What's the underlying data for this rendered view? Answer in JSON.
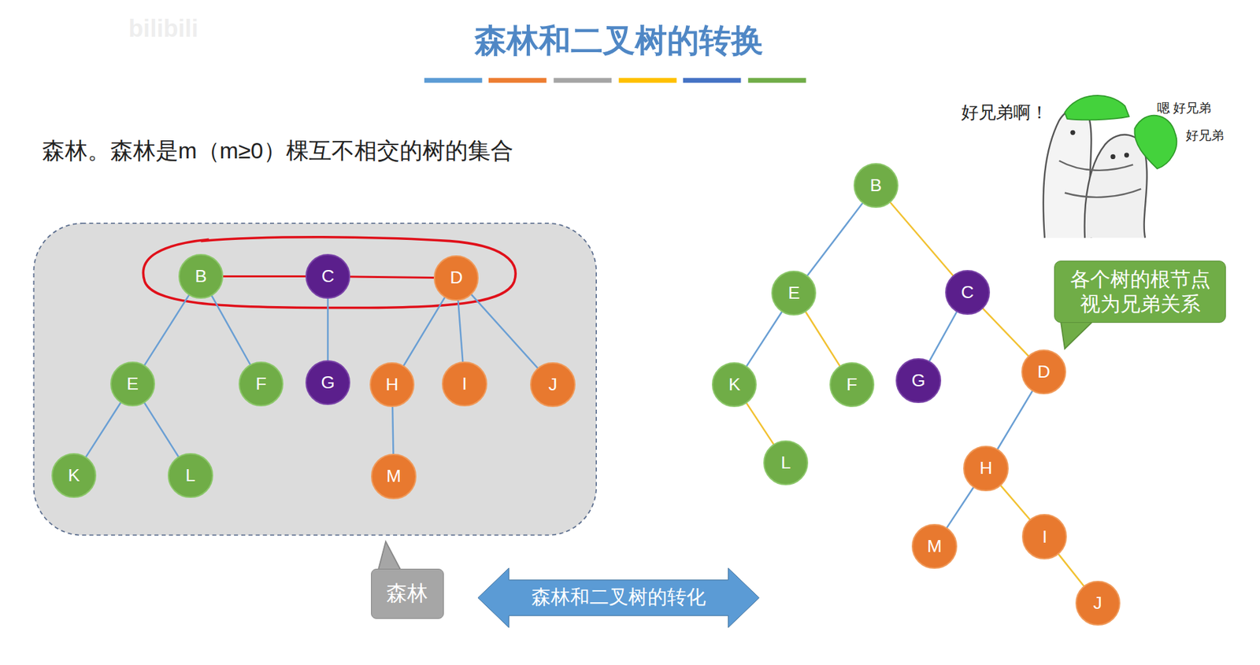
{
  "diagram": {
    "title": "森林和二叉树的转换",
    "nodes": [
      {
        "text": [
          "B"
        ]
      },
      {
        "text": [
          "C"
        ]
      },
      {
        "text": [
          "D"
        ]
      },
      {
        "text": [
          "E"
        ]
      },
      {
        "text": [
          "F"
        ]
      },
      {
        "text": [
          "G"
        ]
      },
      {
        "text": [
          "H"
        ]
      },
      {
        "text": [
          "I"
        ]
      },
      {
        "text": [
          "J"
        ]
      },
      {
        "text": [
          "K"
        ]
      },
      {
        "text": [
          "L"
        ]
      },
      {
        "text": [
          "M"
        ]
      },
      {
        "text": [
          "森林"
        ]
      },
      {
        "text": [
          "森林和二叉树的转化"
        ]
      },
      {
        "text": [
          "B"
        ]
      },
      {
        "text": [
          "E"
        ]
      },
      {
        "text": [
          "C"
        ]
      },
      {
        "text": [
          "K"
        ]
      },
      {
        "text": [
          "F"
        ]
      },
      {
        "text": [
          "G"
        ]
      },
      {
        "text": [
          "D"
        ]
      },
      {
        "text": [
          "L"
        ]
      },
      {
        "text": [
          "H"
        ]
      },
      {
        "text": [
          "M"
        ]
      },
      {
        "text": [
          "I"
        ]
      },
      {
        "text": [
          "J"
        ]
      },
      {
        "text": [
          "各个树的根节点 视为兄弟关系"
        ]
      }
    ],
    "edges": [
      {
        "from": 0,
        "to": 1,
        "arrow": "none"
      },
      {
        "from": 1,
        "to": 2,
        "arrow": "none"
      },
      {
        "from": 0,
        "to": 3,
        "arrow": "none"
      },
      {
        "from": 0,
        "to": 4,
        "arrow": "none"
      },
      {
        "from": 1,
        "to": 5,
        "arrow": "none"
      },
      {
        "from": 2,
        "to": 6,
        "arrow": "none"
      },
      {
        "from": 2,
        "to": 7,
        "arrow": "none"
      },
      {
        "from": 2,
        "to": 8,
        "arrow": "none"
      },
      {
        "from": 3,
        "to": 9,
        "arrow": "none"
      },
      {
        "from": 3,
        "to": 10,
        "arrow": "none"
      },
      {
        "from": 6,
        "to": 11,
        "arrow": "none"
      },
      {
        "from": 14,
        "to": 15,
        "arrow": "none"
      },
      {
        "from": 14,
        "to": 16,
        "arrow": "none"
      },
      {
        "from": 15,
        "to": 17,
        "arrow": "none"
      },
      {
        "from": 15,
        "to": 18,
        "arrow": "none"
      },
      {
        "from": 17,
        "to": 21,
        "arrow": "none"
      },
      {
        "from": 16,
        "to": 19,
        "arrow": "none"
      },
      {
        "from": 16,
        "to": 20,
        "arrow": "none"
      },
      {
        "from": 20,
        "to": 22,
        "arrow": "none"
      },
      {
        "from": 22,
        "to": 23,
        "arrow": "none"
      },
      {
        "from": 22,
        "to": 24,
        "arrow": "none"
      },
      {
        "from": 24,
        "to": 25,
        "arrow": "none"
      }
    ],
    "labels": [
      "森林。森林是m（m≥0）棵互不相交的树的集合",
      "好兄弟啊！",
      "嗯 好兄弟",
      "好兄弟",
      "bilibili"
    ]
  }
}
